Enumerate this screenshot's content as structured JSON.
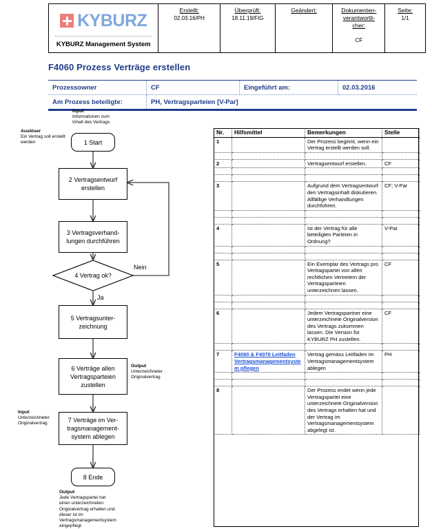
{
  "header": {
    "logo_word": "KYBURZ",
    "logo_sub": "KYBURZ Management System",
    "fields": [
      {
        "label": "Erstellt:",
        "value": "02.03.16/PH"
      },
      {
        "label": "Überprüft:",
        "value": "18.11.19/FIG"
      },
      {
        "label": "Geändert:",
        "value": ""
      },
      {
        "label": "Dokumenten-verantwortli-cher:",
        "value": "CF"
      },
      {
        "label": "Seite:",
        "value": "1/1"
      }
    ],
    "verant_label_l1": "Dokumenten-",
    "verant_label_l2": "verantwortli-",
    "verant_label_l3": "cher:",
    "verant_value": "CF"
  },
  "title": "F4060 Prozess Verträge erstellen",
  "meta": {
    "prozessowner_label": "Prozessowner",
    "prozessowner_value": "CF",
    "eingefuehrt_label": "Eingeführt am:",
    "eingefuehrt_value": "02.03.2016",
    "beteiligte_label": "Am Prozess beteiligte:",
    "beteiligte_value": "PH, Vertragsparteien [V-Par]"
  },
  "flow": {
    "nodes": [
      {
        "id": "n1",
        "text": "1 Start"
      },
      {
        "id": "n2",
        "text": "2 Vertragsentwurf erstellen"
      },
      {
        "id": "n3",
        "text": "3 Vertragsverhand-lungen durchführen"
      },
      {
        "id": "n4",
        "text": "4 Vertrag ok?"
      },
      {
        "id": "n5",
        "text": "5 Vertragsunter-zeichnung"
      },
      {
        "id": "n6",
        "text": "6 Verträge allen Vertragsparteien zustellen"
      },
      {
        "id": "n7",
        "text": "7 Verträge im Ver-tragsmanagement-system ablegen"
      },
      {
        "id": "n8",
        "text": "8 Ende"
      }
    ],
    "node1_text": "1 Start",
    "node2_l1": "2 Vertragsentwurf",
    "node2_l2": "erstellen",
    "node3_l1": "3 Vertragsverhand-",
    "node3_l2": "lungen durchführen",
    "node4_text": "4 Vertrag ok?",
    "node5_l1": "5 Vertragsunter-",
    "node5_l2": "zeichnung",
    "node6_l1": "6 Verträge allen",
    "node6_l2": "Vertragsparteien",
    "node6_l3": "zustellen",
    "node7_l1": "7 Verträge im Ver-",
    "node7_l2": "tragsmanagement-",
    "node7_l3": "system ablegen",
    "node8_text": "8 Ende",
    "label_nein": "Nein",
    "label_ja": "Ja",
    "annot_input_top_title": "Input",
    "annot_input_top_body": "Informationen zum Inhalt des Vertrags",
    "annot_ausloeser_title": "Auslöser",
    "annot_ausloeser_body": "Ein Vertrag soll erstellt werden",
    "annot_output_mid_title": "Output",
    "annot_output_mid_body": "Unterzeichneter Originalvertrag",
    "annot_input_low_title": "Input",
    "annot_input_low_body": "Unterzeichneter Originalvertrag",
    "annot_output_end_title": "Output",
    "annot_output_end_body": "Jede Vertragspartei hat einen unterzeichneten Originalvertrag erhalten und dieser ist im Vertragsmanagementsystem eingepflegt."
  },
  "steps_table": {
    "headers": [
      "Nr.",
      "Hilfsmittel",
      "Bemerkungen",
      "Stelle"
    ],
    "rows": [
      {
        "nr": "1",
        "hilfsmittel": "",
        "hilfsmittel_link": "",
        "bemerkungen": "Der Prozess beginnt, wenn ein Vertrag erstellt werden soll.",
        "stelle": ""
      },
      {
        "nr": "2",
        "hilfsmittel": "",
        "hilfsmittel_link": "",
        "bemerkungen": "Vertragsentwurf erstellen.",
        "stelle": "CF"
      },
      {
        "nr": "3",
        "hilfsmittel": "",
        "hilfsmittel_link": "",
        "bemerkungen": "Aufgrund dem Vertragsentwurf den Vertragsinhalt diskutieren. Allfällige Verhandlungen durchführen.",
        "stelle": "CF; V-Par"
      },
      {
        "nr": "4",
        "hilfsmittel": "",
        "hilfsmittel_link": "",
        "bemerkungen": "Ist der Vertrag für alle beteiligten Parteien in Ordnung?",
        "stelle": "V-Par"
      },
      {
        "nr": "5",
        "hilfsmittel": "",
        "hilfsmittel_link": "",
        "bemerkungen": "Ein Exemplar des Vertrags pro Vertragspartei von allen rechtlichen Vertretern der Vertragsparteien unterzeichnen lassen.",
        "stelle": "CF"
      },
      {
        "nr": "6",
        "hilfsmittel": "",
        "hilfsmittel_link": "",
        "bemerkungen": "Jedem Vertragspartner eine unterzeichnete Originalversion des Vertrags zukommen lassen. Die Version für KYBURZ PH zustellen.",
        "stelle": "CF"
      },
      {
        "nr": "7",
        "hilfsmittel": "",
        "hilfsmittel_link": "F4060 & F4070 Leitfaden Vertragsmanagementsystem pflegen",
        "bemerkungen": "Vertrag gemäss Leitfaden im Vertragsmanagementsystem ablegen",
        "stelle": "PH"
      },
      {
        "nr": "8",
        "hilfsmittel": "",
        "hilfsmittel_link": "",
        "bemerkungen": "Der Prozess endet wenn jede Vertragspartei eine unterzeichnete Originalversion des Vertrags erhalten hat und der Vertrag im Vertragsmanagementsystem abgelegt ist.",
        "stelle": ""
      }
    ]
  },
  "colors": {
    "brand_blue": "#1f3c88",
    "logo_blue": "#7fa7dd",
    "logo_red": "#ed7d7d",
    "link_blue": "#1a4fd6"
  }
}
